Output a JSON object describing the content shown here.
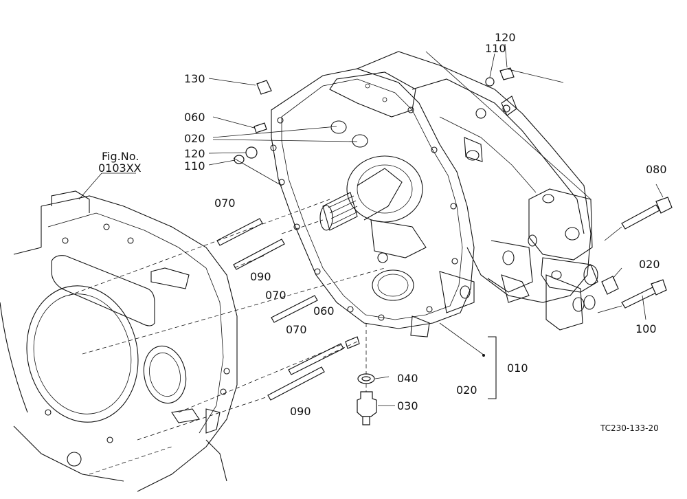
{
  "figure_ref": {
    "line1": "Fig.No.",
    "line2": "0103XX"
  },
  "drawing_code": "TC230-133-20",
  "callouts": {
    "c130": "130",
    "c060_top": "060",
    "c020_top": "020",
    "c120_left": "120",
    "c110_left": "110",
    "c110_top": "110",
    "c120_top": "120",
    "c080": "080",
    "c020_right": "020",
    "c100": "100",
    "c070_a": "070",
    "c090_a": "090",
    "c070_b": "070",
    "c060_bottom": "060",
    "c070_c": "070",
    "c090_b": "090",
    "c040": "040",
    "c030": "030",
    "c010": "010",
    "c020_bottom": "020"
  }
}
